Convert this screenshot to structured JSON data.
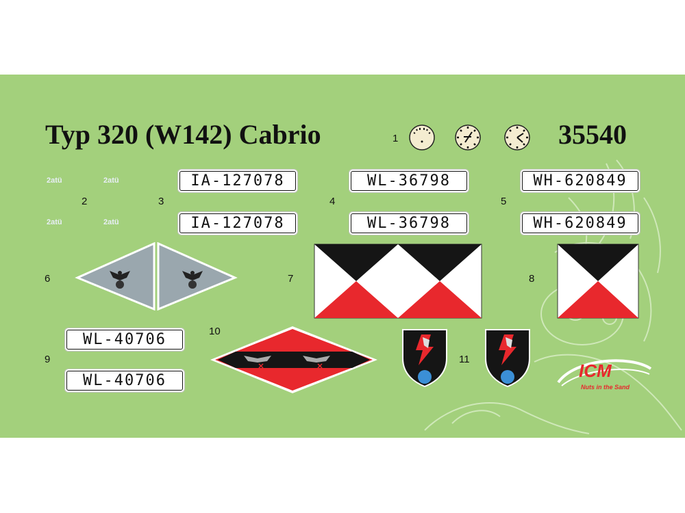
{
  "sheet": {
    "title": "Typ 320 (W142) Cabrio",
    "code": "35540"
  },
  "numbers": {
    "n1": "1",
    "n2": "2",
    "n3": "3",
    "n4": "4",
    "n5": "5",
    "n6": "6",
    "n7": "7",
    "n8": "8",
    "n9": "9",
    "n10": "10",
    "n11": "11"
  },
  "marks": {
    "weight_label": "2atü"
  },
  "plates": {
    "p3": "IA-127078",
    "p4": "WL-36798",
    "p5": "WH-620849",
    "p9": "WL-40706"
  },
  "colors": {
    "background": "#a3d07c",
    "red": "#e8282d",
    "black": "#151515",
    "grey": "#9aa7ae"
  },
  "logo": {
    "brand": "ICM",
    "tagline": "Nuts in the Sand"
  }
}
